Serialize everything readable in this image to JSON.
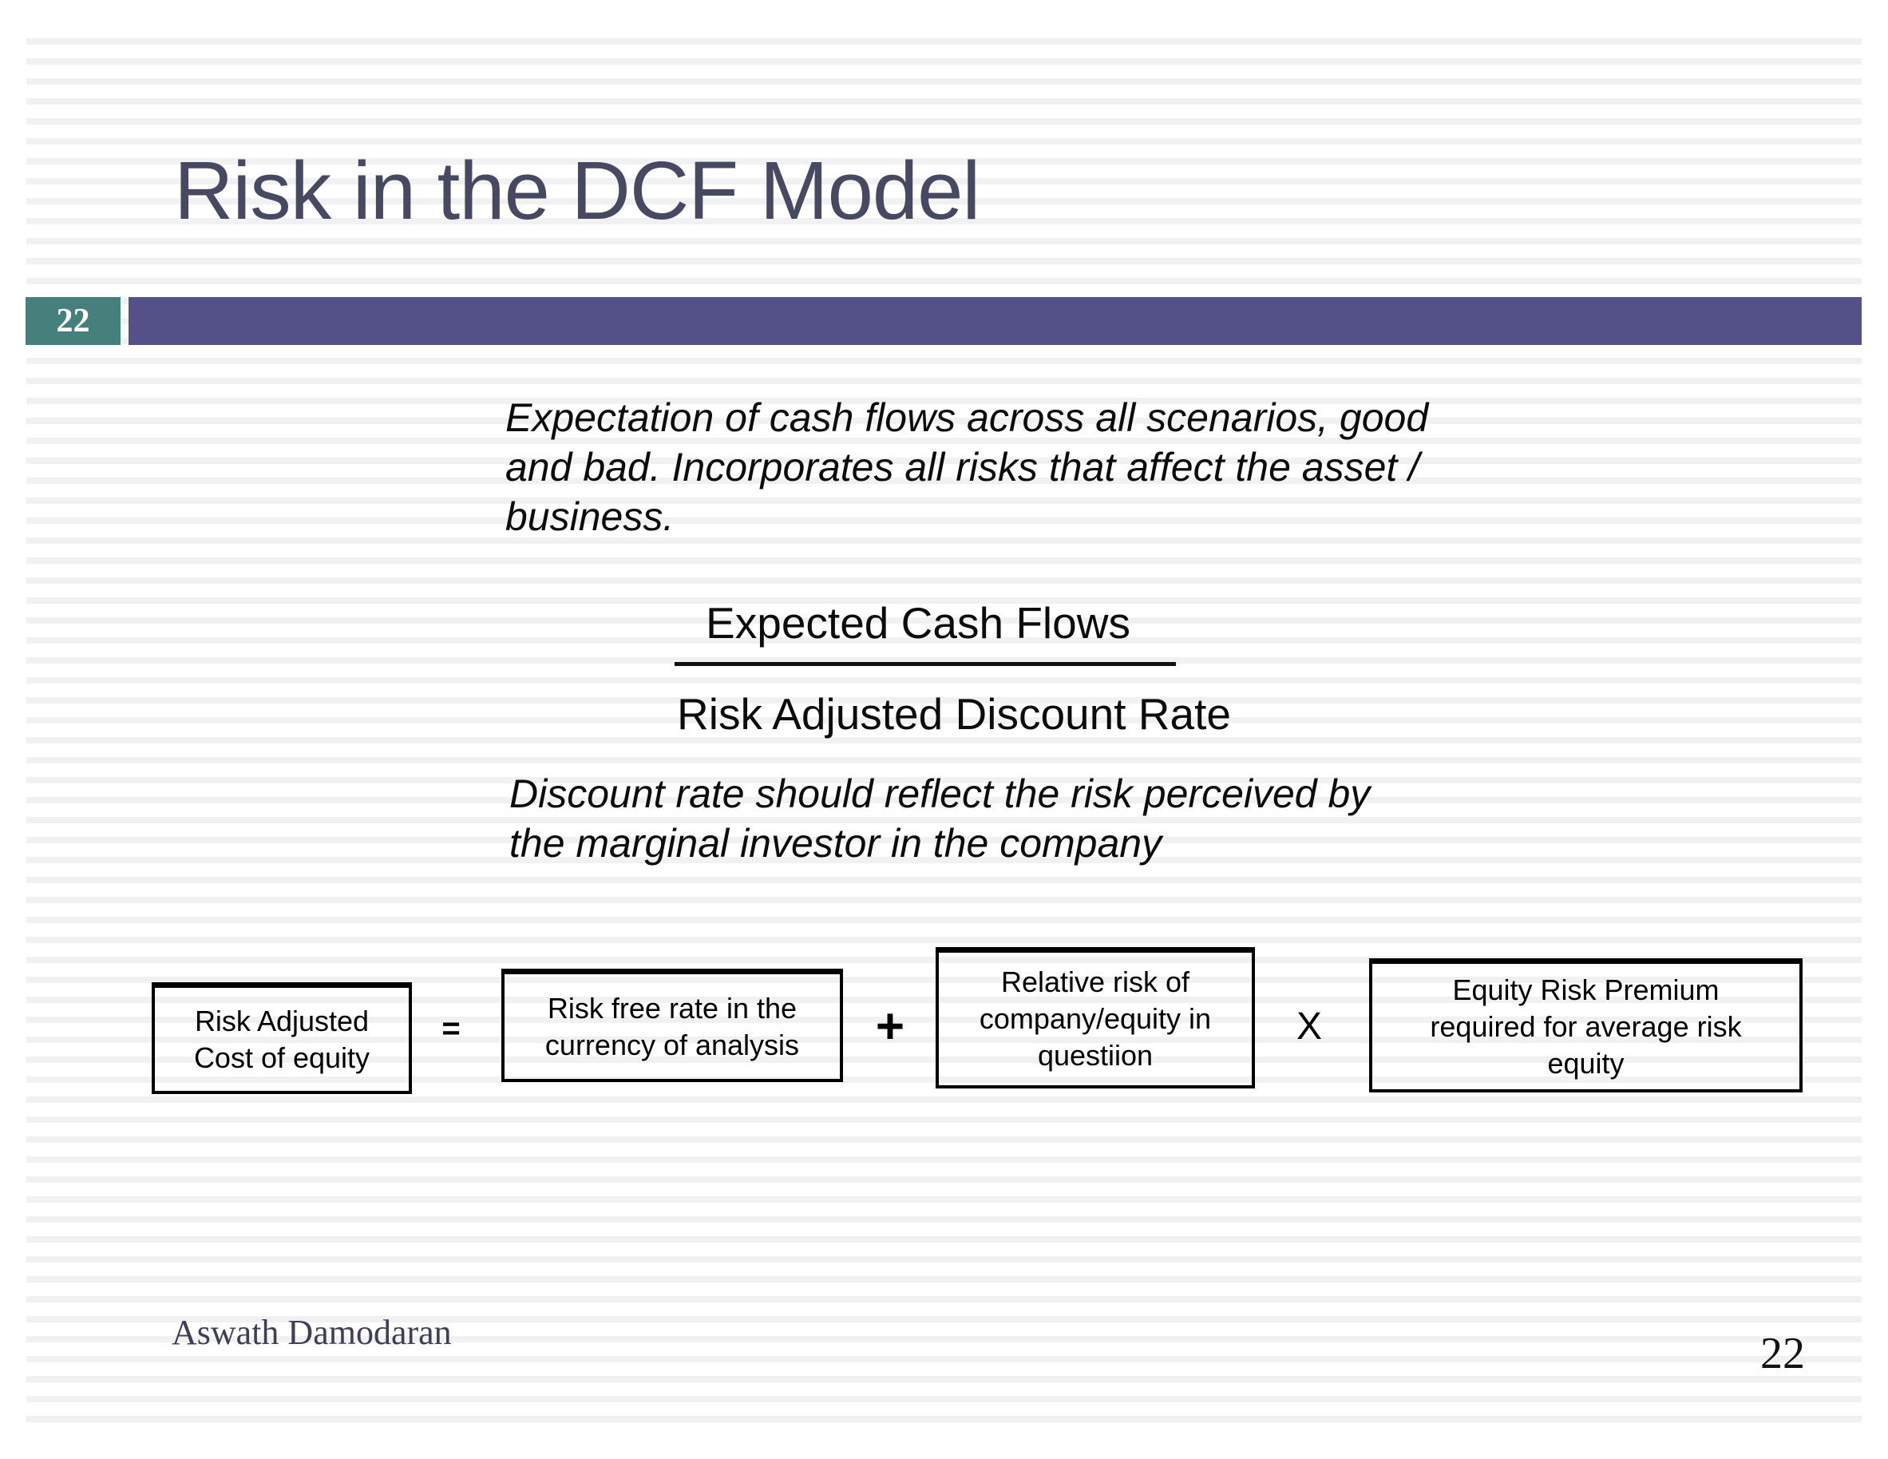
{
  "slide": {
    "title": "Risk in the DCF Model",
    "slide_number_badge": "22",
    "paragraph1": "Expectation of cash flows across all scenarios, good\nand bad. Incorporates all risks that affect the asset /\nbusiness.",
    "fraction": {
      "numerator": "Expected Cash Flows",
      "denominator": "Risk Adjusted Discount Rate"
    },
    "paragraph2": "Discount rate should reflect the risk perceived by\nthe marginal investor in the company",
    "formula": {
      "result_box": "Risk Adjusted\nCost of equity",
      "equals_sign": "=",
      "risk_free_box": "Risk free rate in the\ncurrency of analysis",
      "plus_sign": "+",
      "relative_risk_box": "Relative risk of\ncompany/equity in\nquestiion",
      "multiply_sign": "X",
      "equity_risk_premium_box": "Equity Risk Premium\nrequired for average risk\nequity"
    },
    "footer": {
      "author": "Aswath Damodaran",
      "page_number": "22"
    },
    "colors": {
      "badge_teal": "#45807d",
      "header_purple": "#545189",
      "title_text": "#474962",
      "stripe_gray": "#f1f1f3"
    }
  }
}
